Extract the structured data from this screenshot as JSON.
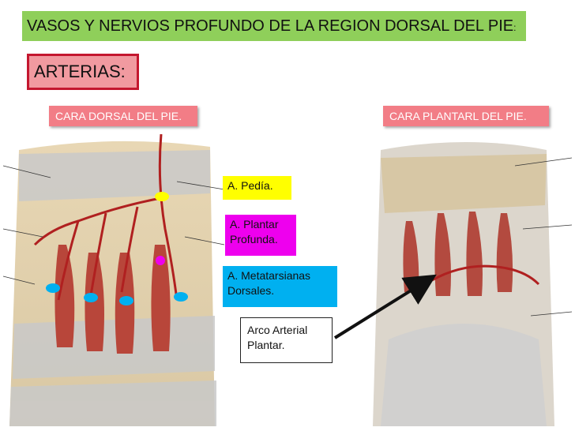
{
  "slide": {
    "title": "VASOS Y NERVIOS PROFUNDO DE LA REGION DORSAL DEL PIE",
    "title_colon": ":",
    "section": "ARTERIAS:",
    "captions": {
      "left": "CARA DORSAL DEL PIE.",
      "right": "CARA PLANTARL DEL PIE."
    },
    "labels": {
      "pedia": "A. Pedía.",
      "plantar_line1": "A. Plantar",
      "plantar_line2": "Profunda.",
      "meta_line1": "A. Metatarsianas",
      "meta_line2": "Dorsales.",
      "arco_line1": "Arco Arterial",
      "arco_line2": "Plantar."
    },
    "colors": {
      "title_bg": "#8fcf5a",
      "section_bg": "#f19aa0",
      "caption_bg": "#f27d86",
      "pedia": "#ffff00",
      "plantar": "#ee00ee",
      "meta": "#00b0f0"
    }
  }
}
